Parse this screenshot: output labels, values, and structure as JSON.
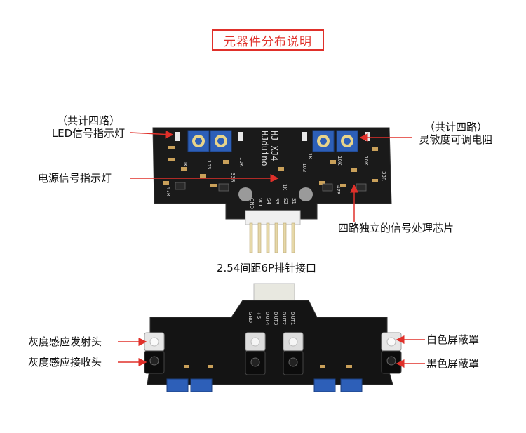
{
  "title": "元器件分布说明",
  "labels": {
    "led_signal_note": "（共计四路）",
    "led_signal": "LED信号指示灯",
    "sensitivity_note": "（共计四路）",
    "sensitivity": "灵敏度可调电阻",
    "power_led": "电源信号指示灯",
    "chip": "四路独立的信号处理芯片",
    "header": "2.54间距6P排针接口",
    "emitter": "灰度感应发射头",
    "receiver": "灰度感应接收头",
    "white_shield": "白色屏蔽罩",
    "black_shield": "黑色屏蔽罩"
  },
  "board": {
    "model_line1": "HJ-XJ4",
    "model_line2": "HJduino",
    "pins": [
      "GND",
      "VCC",
      "S4",
      "S3",
      "S2",
      "S1"
    ],
    "bottom_pins": [
      "GND",
      "+5",
      "OUT4",
      "OUT3",
      "OUT2",
      "OUT1"
    ],
    "silk": [
      "10K",
      "10K",
      "1K",
      "10K",
      "10K",
      "33R",
      "33R",
      "47R",
      "47R",
      "1K",
      "103",
      "103"
    ]
  },
  "colors": {
    "arrow": "#e0302a",
    "pcb": "#1a1a1a",
    "pot": "#2d5fb8",
    "pin": "#e6d8a8"
  }
}
